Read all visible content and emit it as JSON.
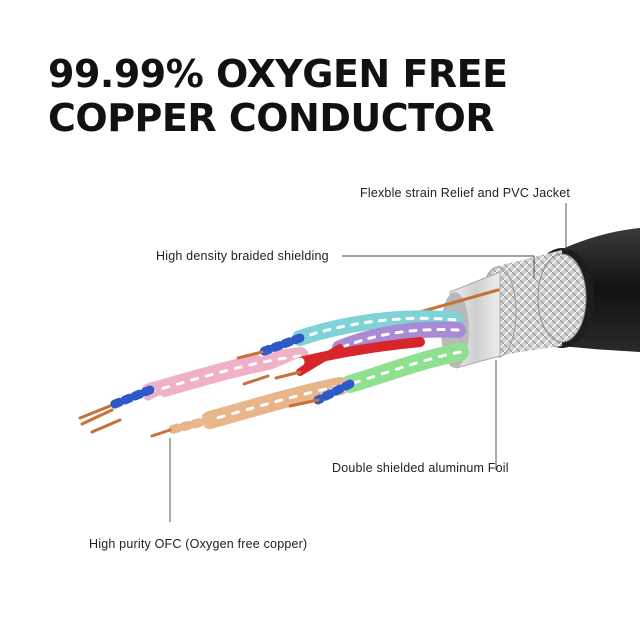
{
  "headline": {
    "line1": "99.99% OXYGEN FREE",
    "line2": "COPPER CONDUCTOR"
  },
  "callouts": {
    "jacket": "Flexble strain Relief and PVC Jacket",
    "braid": "High density braided shielding",
    "foil": "Double shielded aluminum Foil",
    "conductor": "High purity OFC (Oxygen free copper)"
  },
  "colors": {
    "copper": "#c8703a",
    "jacket": "#1a1a1a",
    "braid": "#c9c9c9",
    "foil": "#dcdcdc",
    "pair_purple": "#a98ad6",
    "pair_cyan": "#7fd3d6",
    "pair_pink": "#efb0c8",
    "pair_peach": "#e9b58a",
    "pair_green": "#8fe08f",
    "pair_red": "#d7262b",
    "pair_blue": "#2e59c9"
  }
}
